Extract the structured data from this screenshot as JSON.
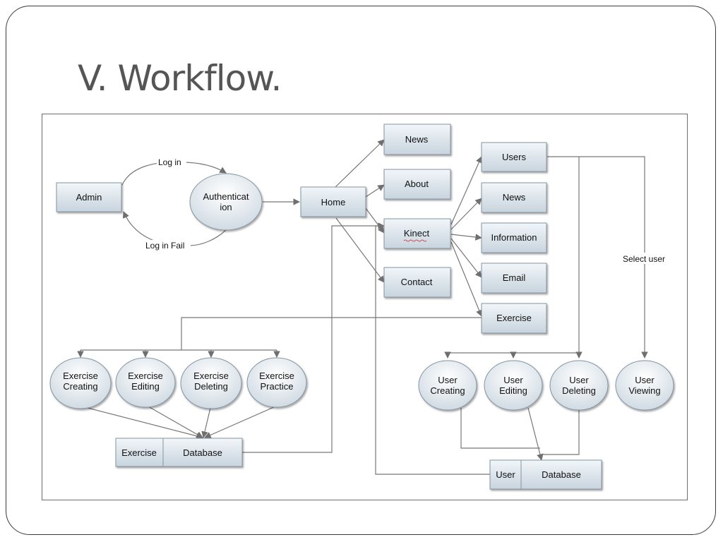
{
  "title": "V. Workflow.",
  "nodes": {
    "admin": "Admin",
    "auth_line1": "Authenticat",
    "auth_line2": "ion",
    "home": "Home",
    "news": "News",
    "about": "About",
    "kinect": "Kinect",
    "contact": "Contact",
    "users": "Users",
    "news2": "News",
    "information": "Information",
    "email": "Email",
    "exercise": "Exercise",
    "ex_creating_1": "Exercise",
    "ex_creating_2": "Creating",
    "ex_editing_1": "Exercise",
    "ex_editing_2": "Editing",
    "ex_deleting_1": "Exercise",
    "ex_deleting_2": "Deleting",
    "ex_practice_1": "Exercise",
    "ex_practice_2": "Practice",
    "user_creating_1": "User",
    "user_creating_2": "Creating",
    "user_editing_1": "User",
    "user_editing_2": "Editing",
    "user_deleting_1": "User",
    "user_deleting_2": "Deleting",
    "user_viewing_1": "User",
    "user_viewing_2": "Viewing",
    "exercise_db_label": "Exercise",
    "exercise_db": "Database",
    "user_db_label": "User",
    "user_db": "Database"
  },
  "edges": {
    "log_in": "Log in",
    "log_in_fail": "Log in Fail",
    "select_user": "Select user"
  },
  "colors": {
    "box_fill_top": "#eef3f7",
    "box_fill_bottom": "#c9d5df",
    "stroke": "#7a8a96",
    "line": "#6f6f6f"
  }
}
